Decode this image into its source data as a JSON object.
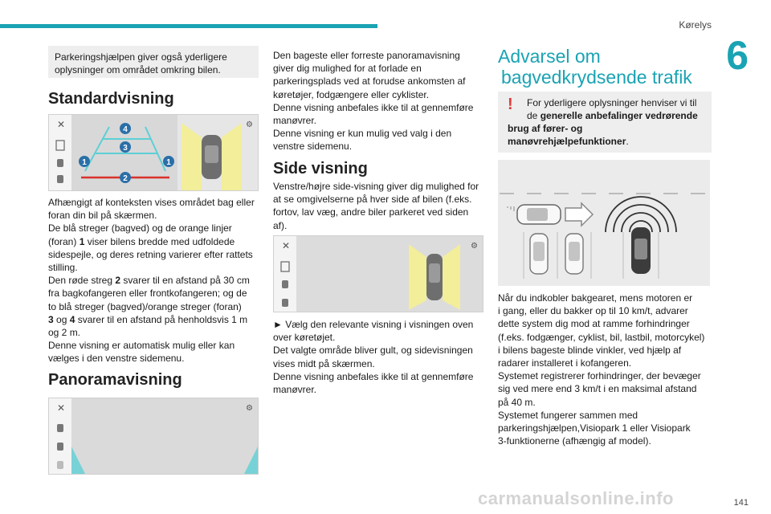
{
  "header": {
    "section": "Kørelys",
    "chapter": "6",
    "page": "141"
  },
  "col1": {
    "intro": "Parkeringshjælpen giver også yderligere oplysninger om området omkring bilen.",
    "standard_heading": "Standardvisning",
    "standard_labels": [
      "1",
      "1",
      "2",
      "3",
      "4"
    ],
    "standard_lines": [
      "Afhængigt af konteksten vises området bag eller",
      "foran din bil på skærmen.",
      "De blå streger (bagved) og de orange linjer",
      "(foran) ",
      " viser bilens bredde med udfoldede",
      "sidespejle, og deres retning varierer efter rattets",
      "stilling.",
      "Den røde streg ",
      " svarer til en afstand på 30 cm",
      "fra bagkofangeren eller frontkofangeren; og de",
      "to blå streger (bagved)/orange streger (foran)",
      " og ",
      " svarer til en afstand på henholdsvis 1 m",
      "og 2 m.",
      "Denne visning er automatisk mulig eller kan",
      "vælges i den venstre sidemenu."
    ],
    "bold_refs": {
      "one": "1",
      "two": "2",
      "three": "3",
      "four": "4"
    },
    "panorama_heading": "Panoramavisning"
  },
  "col2": {
    "pano_lines": [
      "Den bageste eller forreste panoramavisning",
      "giver dig mulighed for at forlade en",
      "parkeringsplads ved at forudse ankomsten af",
      "køretøjer, fodgængere eller cyklister.",
      "Denne visning anbefales ikke til at gennemføre",
      "manøvrer.",
      "Denne visning er kun mulig ved valg i den",
      "venstre sidemenu."
    ],
    "side_heading": "Side visning",
    "side_lines": [
      "Venstre/højre side-visning giver dig mulighed for",
      "at se omgivelserne på hver side af bilen (f.eks.",
      "fortov, lav væg, andre biler parkeret ved siden",
      "af)."
    ],
    "select_lines": [
      "►  Vælg den relevante visning i visningen oven",
      "over køretøjet.",
      "Det valgte område bliver gult, og sidevisningen",
      "vises midt på skærmen.",
      "Denne visning anbefales ikke til at gennemføre",
      "manøvrer."
    ]
  },
  "col3": {
    "heading_line1": "Advarsel om",
    "heading_line2": "bagvedkrydsende trafik",
    "warn_icon": "exclamation-icon",
    "warn_text1": "For yderligere oplysninger henviser vi til",
    "warn_text2_plain": "de ",
    "warn_text2_bold": "generelle anbefalinger vedrørende",
    "warn_text3_bold": "brug af fører- og",
    "warn_text4_bold": "manøvrehjælpefunktioner",
    "warn_text4_end": ".",
    "body_lines": [
      "Når du indkobler bakgearet, mens motoren er",
      "i gang, eller du bakker op til 10 km/t, advarer",
      "dette system dig mod at ramme forhindringer",
      "(f.eks. fodgænger, cyklist, bil, lastbil, motorcykel)",
      "i bilens bageste blinde vinkler, ved hjælp af",
      "radarer installeret i kofangeren.",
      "Systemet registrerer forhindringer, der bevæger",
      "sig ved mere end 3 km/t i en maksimal afstand",
      "på 40 m.",
      "Systemet fungerer sammen med",
      "parkeringshjælpen,Visiopark 1 eller Visiopark",
      "3-funktionerne (afhængig af model)."
    ]
  },
  "footer": {
    "watermark": "carmanualsonline.info"
  },
  "colors": {
    "accent": "#1aa3b3",
    "blue_line": "#5ecfd6",
    "red_line": "#d9322b",
    "yellow": "#f2ee9a"
  }
}
